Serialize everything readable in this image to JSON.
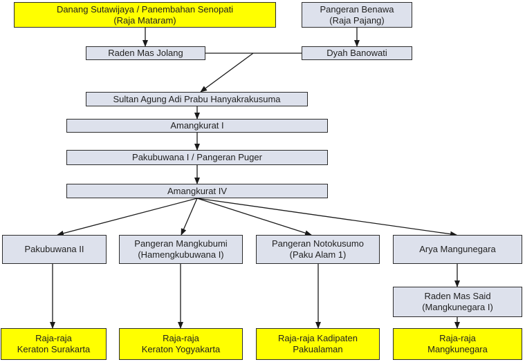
{
  "nodes": {
    "senopati": {
      "line1": "Danang Sutawijaya / Panembahan Senopati",
      "line2": "(Raja Mataram)"
    },
    "benawa": {
      "line1": "Pangeran Benawa",
      "line2": "(Raja Pajang)"
    },
    "jolang": {
      "line1": "Raden Mas Jolang"
    },
    "banowati": {
      "line1": "Dyah Banowati"
    },
    "sultan_agung": {
      "line1": "Sultan Agung Adi Prabu Hanyakrakusuma"
    },
    "amangkurat1": {
      "line1": "Amangkurat I"
    },
    "pakubuwana1": {
      "line1": "Pakubuwana I / Pangeran Puger"
    },
    "amangkurat4": {
      "line1": "Amangkurat IV"
    },
    "pakubuwana2": {
      "line1": "Pakubuwana II"
    },
    "mangkubumi": {
      "line1": "Pangeran Mangkubumi",
      "line2": "(Hamengkubuwana I)"
    },
    "notokusumo": {
      "line1": "Pangeran Notokusumo",
      "line2": "(Paku Alam 1)"
    },
    "mangunegara": {
      "line1": "Arya Mangunegara"
    },
    "mas_said": {
      "line1": "Raden Mas Said",
      "line2": "(Mangkunegara I)"
    },
    "surakarta": {
      "line1": "Raja-raja",
      "line2": "Keraton Surakarta"
    },
    "yogyakarta": {
      "line1": "Raja-raja",
      "line2": "Keraton Yogyakarta"
    },
    "pakualaman": {
      "line1": "Raja-raja Kadipaten",
      "line2": "Pakualaman"
    },
    "mangkunegara": {
      "line1": "Raja-raja",
      "line2": "Mangkunegara"
    }
  },
  "colors": {
    "gray_box": "#dde1ec",
    "yellow_box": "#ffff00",
    "line": "#1a1a1a"
  }
}
